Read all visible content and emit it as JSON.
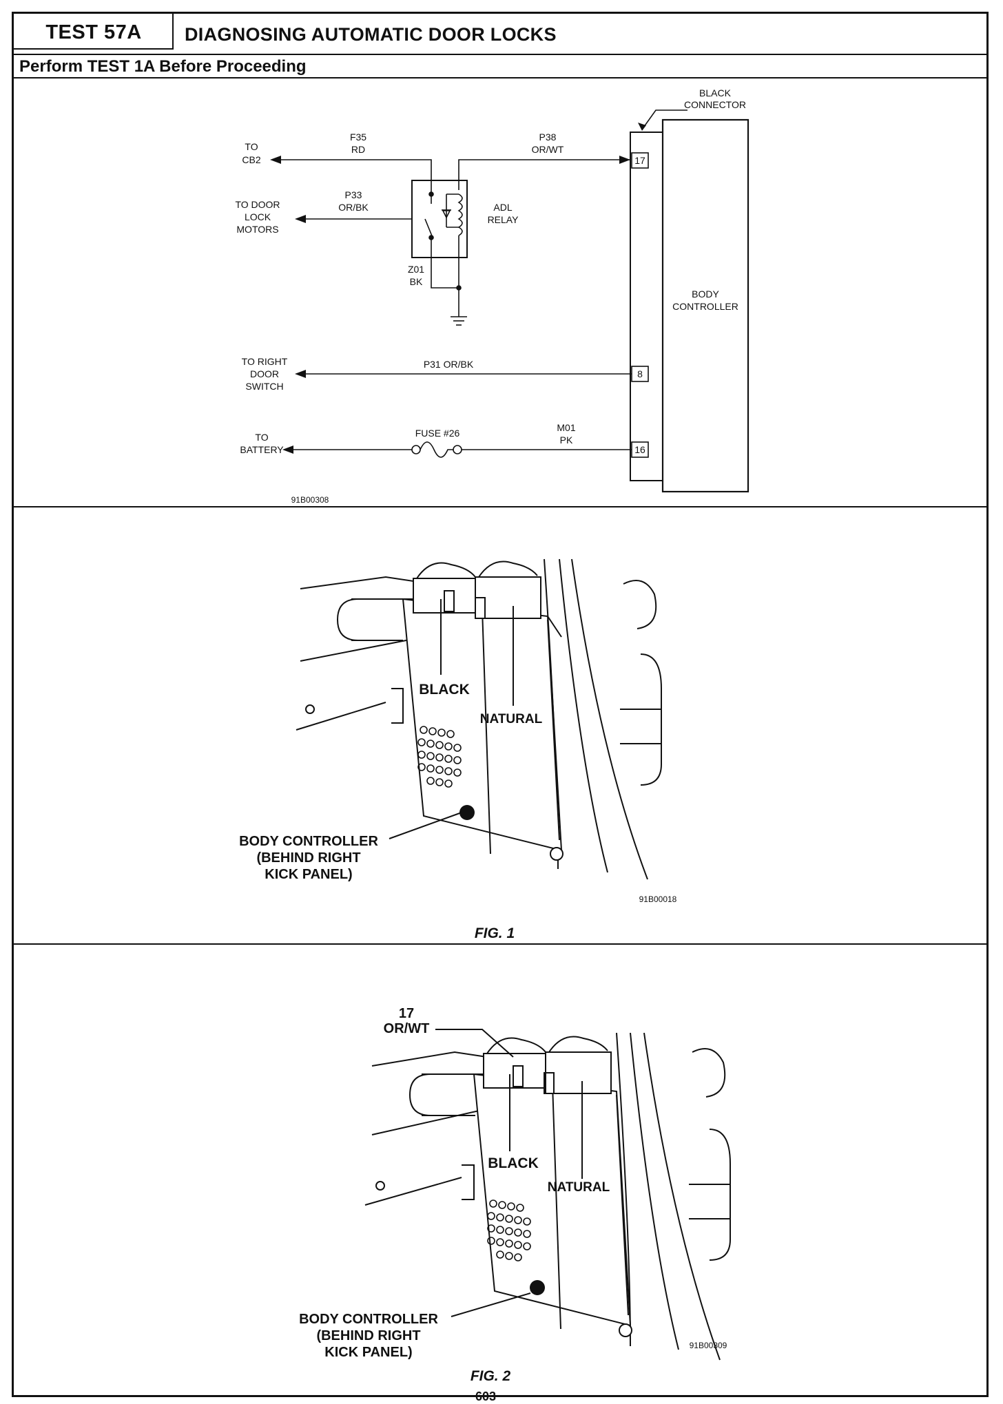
{
  "header": {
    "test_number": "TEST 57A",
    "title": "DIAGNOSING AUTOMATIC DOOR LOCKS",
    "subtitle": "Perform TEST 1A Before Proceeding"
  },
  "schematic": {
    "connector_label_1": "BLACK",
    "connector_label_2": "CONNECTOR",
    "controller_label_1": "BODY",
    "controller_label_2": "CONTROLLER",
    "relay_label_1": "ADL",
    "relay_label_2": "RELAY",
    "to_cb2_1": "TO",
    "to_cb2_2": "CB2",
    "f35_1": "F35",
    "f35_2": "RD",
    "p38_1": "P38",
    "p38_2": "OR/WT",
    "to_door_lock_1": "TO DOOR",
    "to_door_lock_2": "LOCK",
    "to_door_lock_3": "MOTORS",
    "p33_1": "P33",
    "p33_2": "OR/BK",
    "z01_1": "Z01",
    "z01_2": "BK",
    "to_right_door_1": "TO RIGHT",
    "to_right_door_2": "DOOR",
    "to_right_door_3": "SWITCH",
    "p31": "P31  OR/BK",
    "to_battery_1": "TO",
    "to_battery_2": "BATTERY",
    "fuse": "FUSE #26",
    "m01_1": "M01",
    "m01_2": "PK",
    "pin_17": "17",
    "pin_8": "8",
    "pin_16": "16",
    "ref": "91B00308"
  },
  "fig1": {
    "black_label": "BLACK",
    "natural_label": "NATURAL",
    "body_controller_1": "BODY CONTROLLER",
    "body_controller_2": "(BEHIND RIGHT",
    "body_controller_3": "KICK PANEL)",
    "ref": "91B00018",
    "caption": "FIG. 1"
  },
  "fig2": {
    "pin_label_1": "17",
    "pin_label_2": "OR/WT",
    "black_label": "BLACK",
    "natural_label": "NATURAL",
    "body_controller_1": "BODY CONTROLLER",
    "body_controller_2": "(BEHIND RIGHT",
    "body_controller_3": "KICK PANEL)",
    "ref": "91B00309",
    "caption": "FIG. 2"
  },
  "page_number": "603"
}
